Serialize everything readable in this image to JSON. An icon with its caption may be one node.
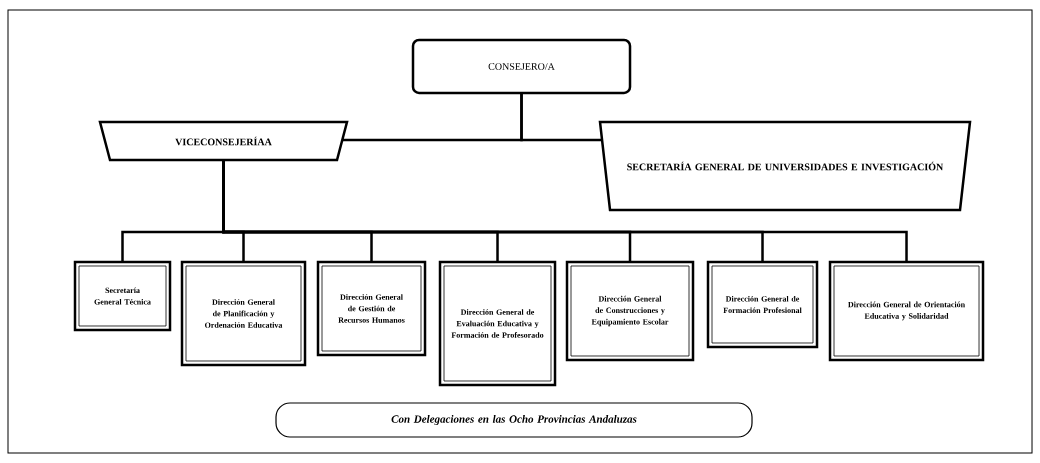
{
  "diagram": {
    "nodes": [
      {
        "text": [
          "CONSEJERO/A"
        ]
      },
      {
        "text": [
          "VICECONSEJERÍAA"
        ]
      },
      {
        "text": [
          "SECRETARÍA GENERAL DE UNIVERSIDADES E INVESTIGACIÓN"
        ]
      },
      {
        "text": [
          "Secretaría General Técnica"
        ]
      },
      {
        "text": [
          "Dirección General de Planificación y Ordenación Educativa"
        ]
      },
      {
        "text": [
          "Dirección General de Gestión de Recursos Humanos"
        ]
      },
      {
        "text": [
          "Dirección General de Evaluación Educativa y Formación de Profesorado"
        ]
      },
      {
        "text": [
          "Dirección General de Construcciones y Equipamiento Escolar"
        ]
      },
      {
        "text": [
          "Dirección General de Formación Profesional"
        ]
      },
      {
        "text": [
          "Dirección General de Orientación Educativa y Solidaridad"
        ]
      },
      {
        "text": [
          "Con Delegaciones en las Ocho Provincias Andaluzas"
        ]
      }
    ],
    "edges": [
      {
        "from": 0,
        "to": 1,
        "arrow": "none"
      },
      {
        "from": 0,
        "to": 2,
        "arrow": "none"
      },
      {
        "from": 1,
        "to": 3,
        "arrow": "none"
      },
      {
        "from": 1,
        "to": 4,
        "arrow": "none"
      },
      {
        "from": 1,
        "to": 5,
        "arrow": "none"
      },
      {
        "from": 1,
        "to": 6,
        "arrow": "none"
      },
      {
        "from": 1,
        "to": 7,
        "arrow": "none"
      },
      {
        "from": 1,
        "to": 8,
        "arrow": "none"
      },
      {
        "from": 1,
        "to": 9,
        "arrow": "none"
      }
    ]
  }
}
